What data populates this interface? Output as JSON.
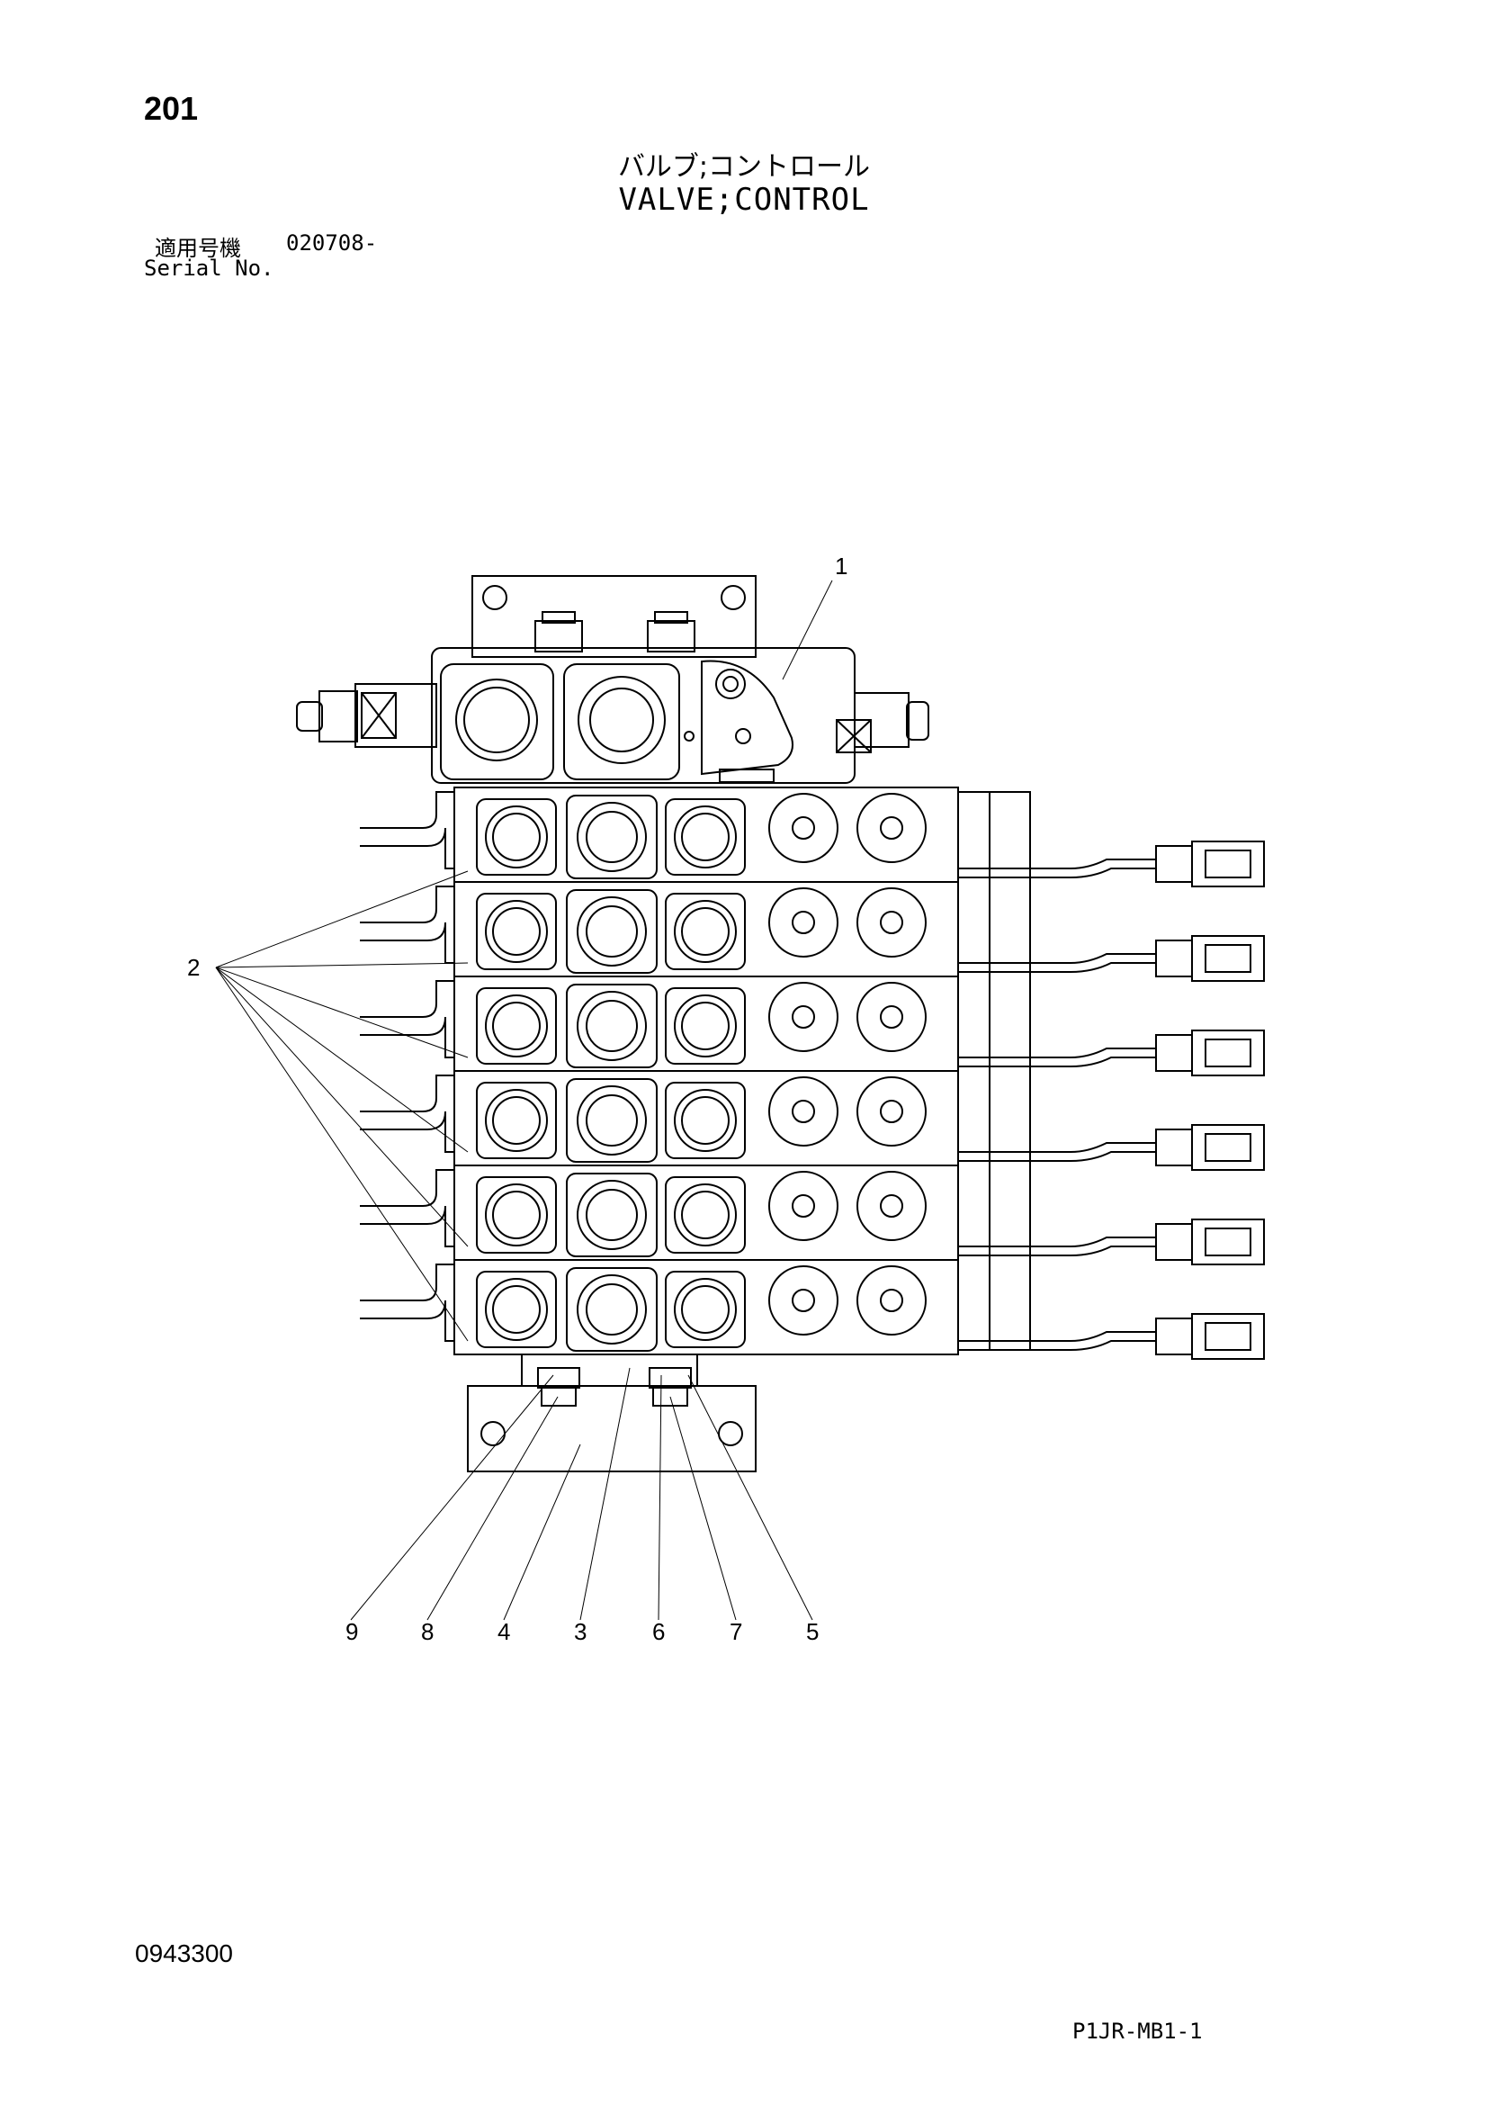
{
  "header": {
    "page_number": "201",
    "title_jp": "バルブ;コントロール",
    "title_en": "VALVE;CONTROL",
    "serial_label_jp": "適用号機",
    "serial_value": "020708-",
    "serial_label_en": "Serial No."
  },
  "diagram": {
    "callouts": {
      "c1": "1",
      "c2": "2",
      "c3": "3",
      "c4": "4",
      "c5": "5",
      "c6": "6",
      "c7": "7",
      "c8": "8",
      "c9": "9"
    }
  },
  "footer": {
    "doc_code": "0943300",
    "page_code": "P1JR-MB1-1"
  }
}
